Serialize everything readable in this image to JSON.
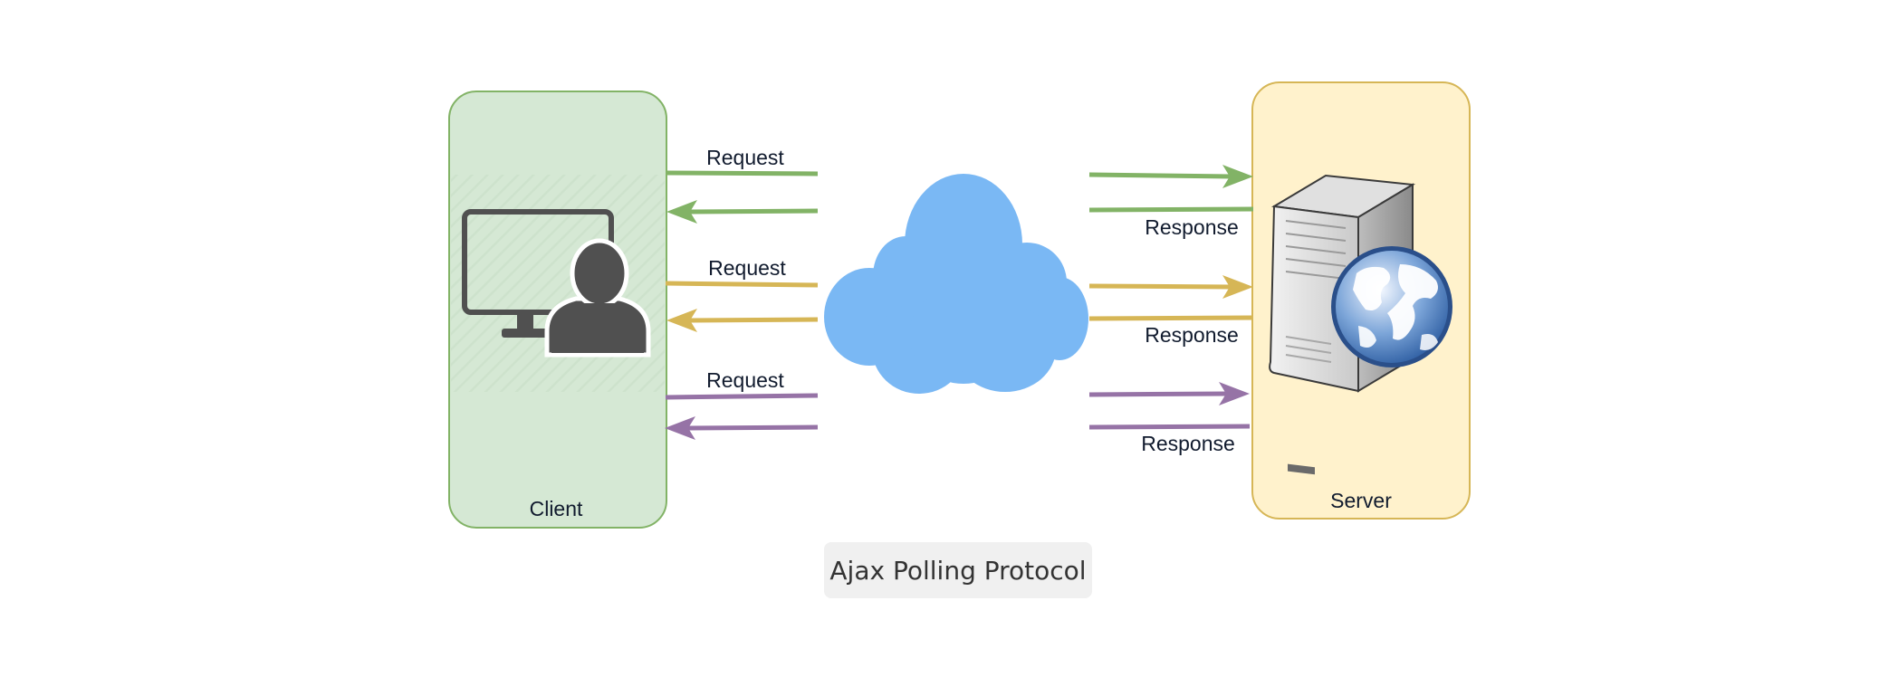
{
  "diagram": {
    "client_label": "Client",
    "server_label": "Server",
    "request_label": "Request",
    "response_label": "Response",
    "caption": "Ajax Polling Protocol"
  },
  "colors": {
    "client_fill": "#d5e8d4",
    "client_stroke": "#82b366",
    "server_fill": "#fff2cc",
    "server_stroke": "#d6b656",
    "green_arrow": "#82b366",
    "gold_arrow": "#d6b656",
    "purple_arrow": "#9673a6",
    "cloud": "#7ab8f4",
    "icon_dark": "#505050"
  }
}
